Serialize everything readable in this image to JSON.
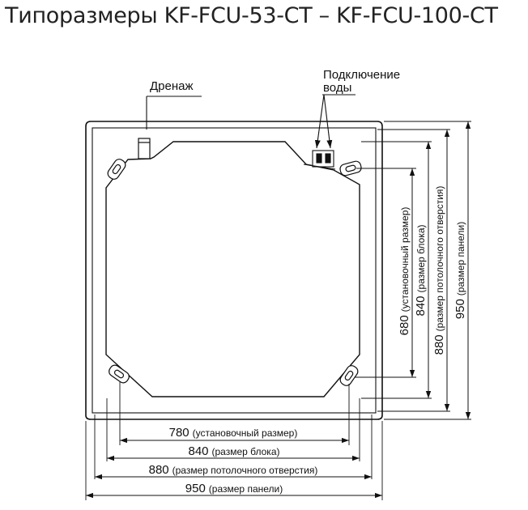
{
  "title": "Типоразмеры KF-FCU-53-CT – KF-FCU-100-CT",
  "callouts": {
    "drain": "Дренаж",
    "water_line1": "Подключение",
    "water_line2": "воды"
  },
  "dims_horizontal": [
    {
      "value": "780",
      "desc": "(установочный размер)"
    },
    {
      "value": "840",
      "desc": "(размер блока)"
    },
    {
      "value": "880",
      "desc": "(размер потолочного отверстия)"
    },
    {
      "value": "950",
      "desc": "(размер панели)"
    }
  ],
  "dims_vertical": [
    {
      "value": "680",
      "desc": "(установочный размер)"
    },
    {
      "value": "840",
      "desc": "(размер блока)"
    },
    {
      "value": "880",
      "desc": "(размер потолочного отверстия)"
    },
    {
      "value": "950",
      "desc": "(размер панели)"
    }
  ]
}
